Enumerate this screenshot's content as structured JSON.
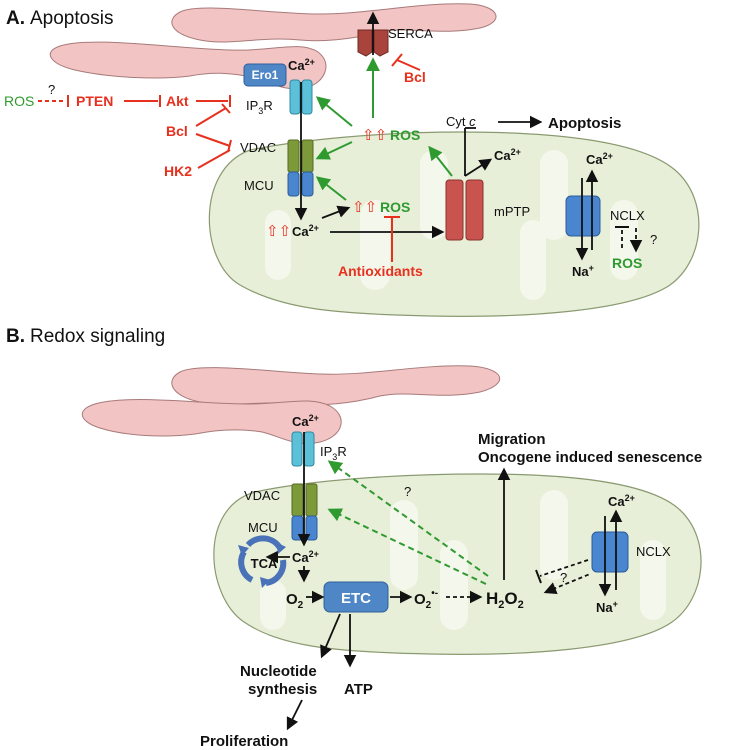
{
  "panel_a": {
    "letter": "A.",
    "title": "Apoptosis",
    "serca": "SERCA",
    "bcl_serca": "Bcl",
    "ero1": "Ero1",
    "ca_top": "Ca",
    "ros_left": "ROS",
    "question_left": "?",
    "pten": "PTEN",
    "akt": "Akt",
    "ip3r": "IP",
    "ip3r_sub": "3",
    "ip3r_tail": "R",
    "bcl": "Bcl",
    "vdac": "VDAC",
    "hk2": "HK2",
    "mcu": "MCU",
    "ros_mid": "ROS",
    "ros_mito": "ROS",
    "ca_mito": "Ca",
    "antioxidants": "Antioxidants",
    "cytc": "Cyt",
    "cytc_italic": "c",
    "apoptosis": "Apoptosis",
    "ca_mptp": "Ca",
    "mptp": "mPTP",
    "ca_nclx": "Ca",
    "nclx": "NCLX",
    "question_nclx": "?",
    "na": "Na",
    "ros_nclx": "ROS",
    "superscript_2plus": "2+",
    "superscript_plus": "+"
  },
  "panel_b": {
    "letter": "B.",
    "title": "Redox signaling",
    "ca_top": "Ca",
    "ip3r": "IP",
    "ip3r_sub": "3",
    "ip3r_tail": "R",
    "vdac": "VDAC",
    "mcu": "MCU",
    "tca": "TCA",
    "ca_mito": "Ca",
    "o2": "O",
    "o2_sub": "2",
    "etc": "ETC",
    "superoxide": "O",
    "superoxide_sub": "2",
    "superoxide_sup": "•-",
    "h2o2_a": "H",
    "h2o2_sub1": "2",
    "h2o2_b": "O",
    "h2o2_sub2": "2",
    "question_mid": "?",
    "migration": "Migration",
    "oncogene": "Oncogene induced senescence",
    "ca_nclx": "Ca",
    "nclx": "NCLX",
    "question_nclx": "?",
    "na": "Na",
    "nucleotide": "Nucleotide",
    "synthesis": "synthesis",
    "atp": "ATP",
    "proliferation": "Proliferation",
    "superscript_2plus": "2+",
    "superscript_plus": "+"
  },
  "colors": {
    "er": "#f2c4c4",
    "er_stroke": "#a87a7a",
    "mito": "#e8efd8",
    "mito_stroke": "#8a9a70",
    "mito_cristae": "#f4f7ec",
    "ip3r": "#5bc0d8",
    "vdac": "#7d9a3a",
    "mcu": "#4a86d0",
    "mptp": "#c9534f",
    "serca": "#a8443c",
    "ero1": "#4f86c6",
    "etc": "#4f86c6",
    "red": "#e8301f",
    "green": "#2f9a2f"
  }
}
